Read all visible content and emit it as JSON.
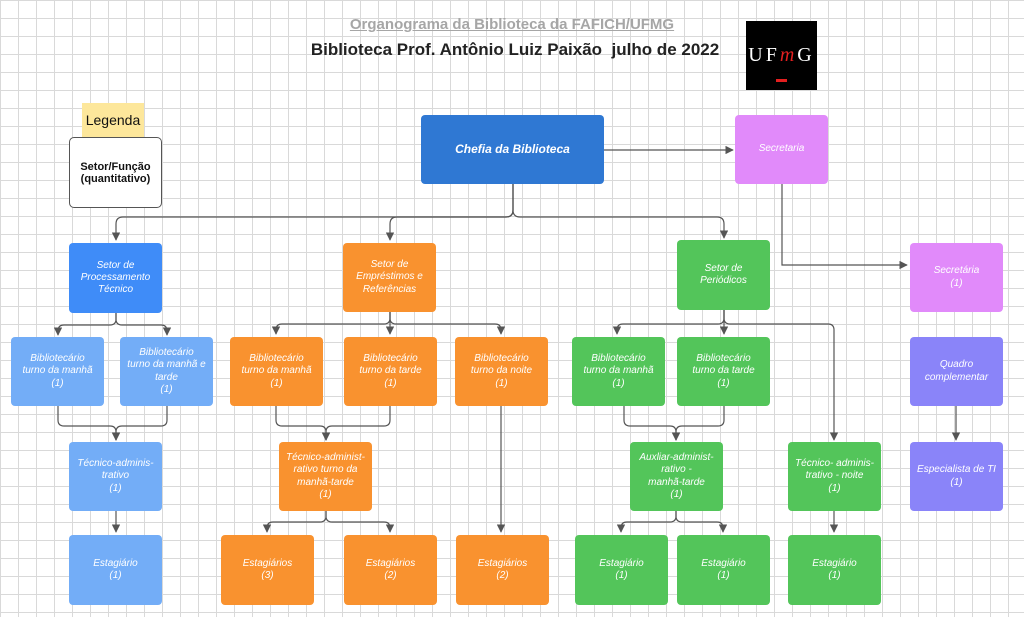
{
  "header": {
    "title": "Organograma da Biblioteca da FAFICH/UFMG",
    "subtitle": "Biblioteca Prof. Antônio Luiz Paixão  julho de 2022"
  },
  "logo": {
    "prefix": "UF",
    "mid": "m",
    "suffix": "G"
  },
  "legend": {
    "label": "Legenda",
    "line1": "Setor/Função",
    "line2": "(quantitativo)"
  },
  "colors": {
    "chefia": "#2f78d3",
    "processamento": "#3f8cf8",
    "processamento_sub": "#73adf7",
    "emprestimos": "#f9922f",
    "periodicos": "#53c55a",
    "secretaria": "#e18afa",
    "quadro": "#8a84f9",
    "connector": "#555555"
  },
  "nodes": {
    "chefia": {
      "lines": [
        "Chefia da Biblioteca"
      ]
    },
    "secretaria_top": {
      "lines": [
        "Secretaria"
      ]
    },
    "secretaria": {
      "lines": [
        "Secretária",
        "(1)"
      ]
    },
    "proc": {
      "lines": [
        "Setor de",
        "Processamento",
        "Técnico"
      ]
    },
    "emp": {
      "lines": [
        "Setor de",
        "Empréstimos e",
        "Referências"
      ]
    },
    "per": {
      "lines": [
        "Setor de",
        "Periódicos"
      ]
    },
    "proc_bib_manha": {
      "lines": [
        "Bibliotecário",
        "turno da manhã",
        "(1)"
      ]
    },
    "proc_bib_manha_tarde": {
      "lines": [
        "Bibliotecário",
        "turno da manhã  e",
        "tarde",
        "(1)"
      ]
    },
    "proc_tec": {
      "lines": [
        "Técnico-adminis-",
        "trativo",
        "(1)"
      ]
    },
    "proc_est": {
      "lines": [
        "Estagiário",
        "(1)"
      ]
    },
    "emp_bib_manha": {
      "lines": [
        "Bibliotecário",
        "turno da manhã",
        "(1)"
      ]
    },
    "emp_bib_tarde": {
      "lines": [
        "Bibliotecário",
        "turno da tarde",
        "(1)"
      ]
    },
    "emp_bib_noite": {
      "lines": [
        "Bibliotecário",
        "turno da noite",
        "(1)"
      ]
    },
    "emp_tec": {
      "lines": [
        "Técnico-administ-",
        "rativo turno da",
        "manhã-tarde",
        "(1)"
      ]
    },
    "emp_est_a": {
      "lines": [
        "Estagiários",
        "(3)"
      ]
    },
    "emp_est_b": {
      "lines": [
        "Estagiários",
        "(2)"
      ]
    },
    "emp_est_c": {
      "lines": [
        "Estagiários",
        "(2)"
      ]
    },
    "per_bib_manha": {
      "lines": [
        "Bibliotecário",
        "turno da manhã",
        "(1)"
      ]
    },
    "per_bib_tarde": {
      "lines": [
        "Bibliotecário",
        "turno da tarde",
        "(1)"
      ]
    },
    "per_aux": {
      "lines": [
        "Auxliar-administ-",
        "rativo -",
        "manhã-tarde",
        "(1)"
      ]
    },
    "per_tec_noite": {
      "lines": [
        "Técnico- adminis-",
        "trativo  - noite",
        "(1)"
      ]
    },
    "per_est_a": {
      "lines": [
        "Estagiário",
        "(1)"
      ]
    },
    "per_est_b": {
      "lines": [
        "Estagiário",
        "(1)"
      ]
    },
    "per_est_c": {
      "lines": [
        "Estagiário",
        "(1)"
      ]
    },
    "quadro": {
      "lines": [
        "Quadro",
        "complementar"
      ]
    },
    "especialista": {
      "lines": [
        "Especialista de TI",
        "(1)"
      ]
    }
  }
}
